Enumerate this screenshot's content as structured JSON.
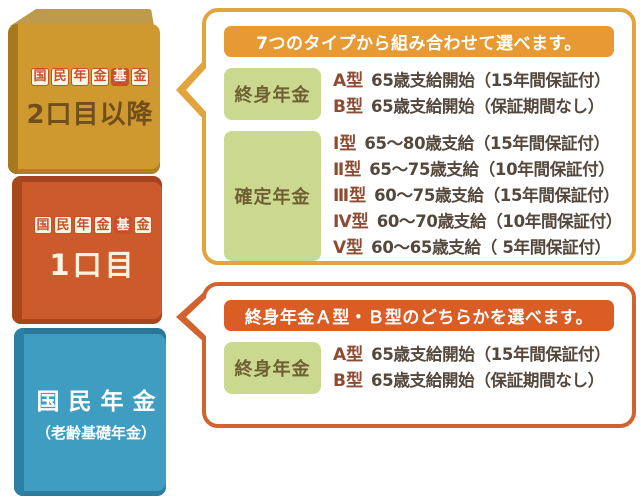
{
  "stack": {
    "blocks": [
      {
        "name": "kikin-upper-units",
        "logo": [
          "国",
          "民",
          "年",
          "金",
          "基",
          "金"
        ],
        "label": "2口目以降"
      },
      {
        "name": "kikin-first-unit",
        "logo": [
          "国",
          "民",
          "年",
          "金",
          "基",
          "金"
        ],
        "label": "1口目"
      },
      {
        "name": "kokumin-nenkin",
        "title": "国民年金",
        "subtitle": "（老齢基礎年金）"
      }
    ]
  },
  "callouts": [
    {
      "title": "7つのタイプから組み合わせて選べます。",
      "groups": [
        {
          "label": "終身年金",
          "rows": [
            {
              "type": "A型",
              "desc": "65歳支給開始（15年間保証付）"
            },
            {
              "type": "B型",
              "desc": "65歳支給開始（保証期間なし）"
            }
          ]
        },
        {
          "label": "確定年金",
          "rows": [
            {
              "type": "Ⅰ型",
              "desc": "65～80歳支給（15年間保証付）"
            },
            {
              "type": "Ⅱ型",
              "desc": "65～75歳支給（10年間保証付）"
            },
            {
              "type": "Ⅲ型",
              "desc": "60～75歳支給（15年間保証付）"
            },
            {
              "type": "Ⅳ型",
              "desc": "60～70歳支給（10年間保証付）"
            },
            {
              "type": "Ⅴ型",
              "desc": "60～65歳支給（ 5年間保証付）"
            }
          ]
        }
      ]
    },
    {
      "title": "終身年金Ａ型・Ｂ型のどちらかを選べます。",
      "groups": [
        {
          "label": "終身年金",
          "rows": [
            {
              "type": "A型",
              "desc": "65歳支給開始（15年間保証付）"
            },
            {
              "type": "B型",
              "desc": "65歳支給開始（保証期間なし）"
            }
          ]
        }
      ]
    }
  ],
  "colors": {
    "block_gold": "#D0992F",
    "block_orange": "#CC5A2B",
    "block_blue": "#3F9DC1",
    "logo_accent": "#C8502A",
    "callout1_border": "#E2A43C",
    "callout1_header_bg": "#E79A33",
    "callout2_border": "#D2622E",
    "callout2_header_bg": "#D95D24",
    "group_label_bg": "#CBD88F",
    "type_text": "#8E4B31",
    "desc_text": "#54473C"
  }
}
